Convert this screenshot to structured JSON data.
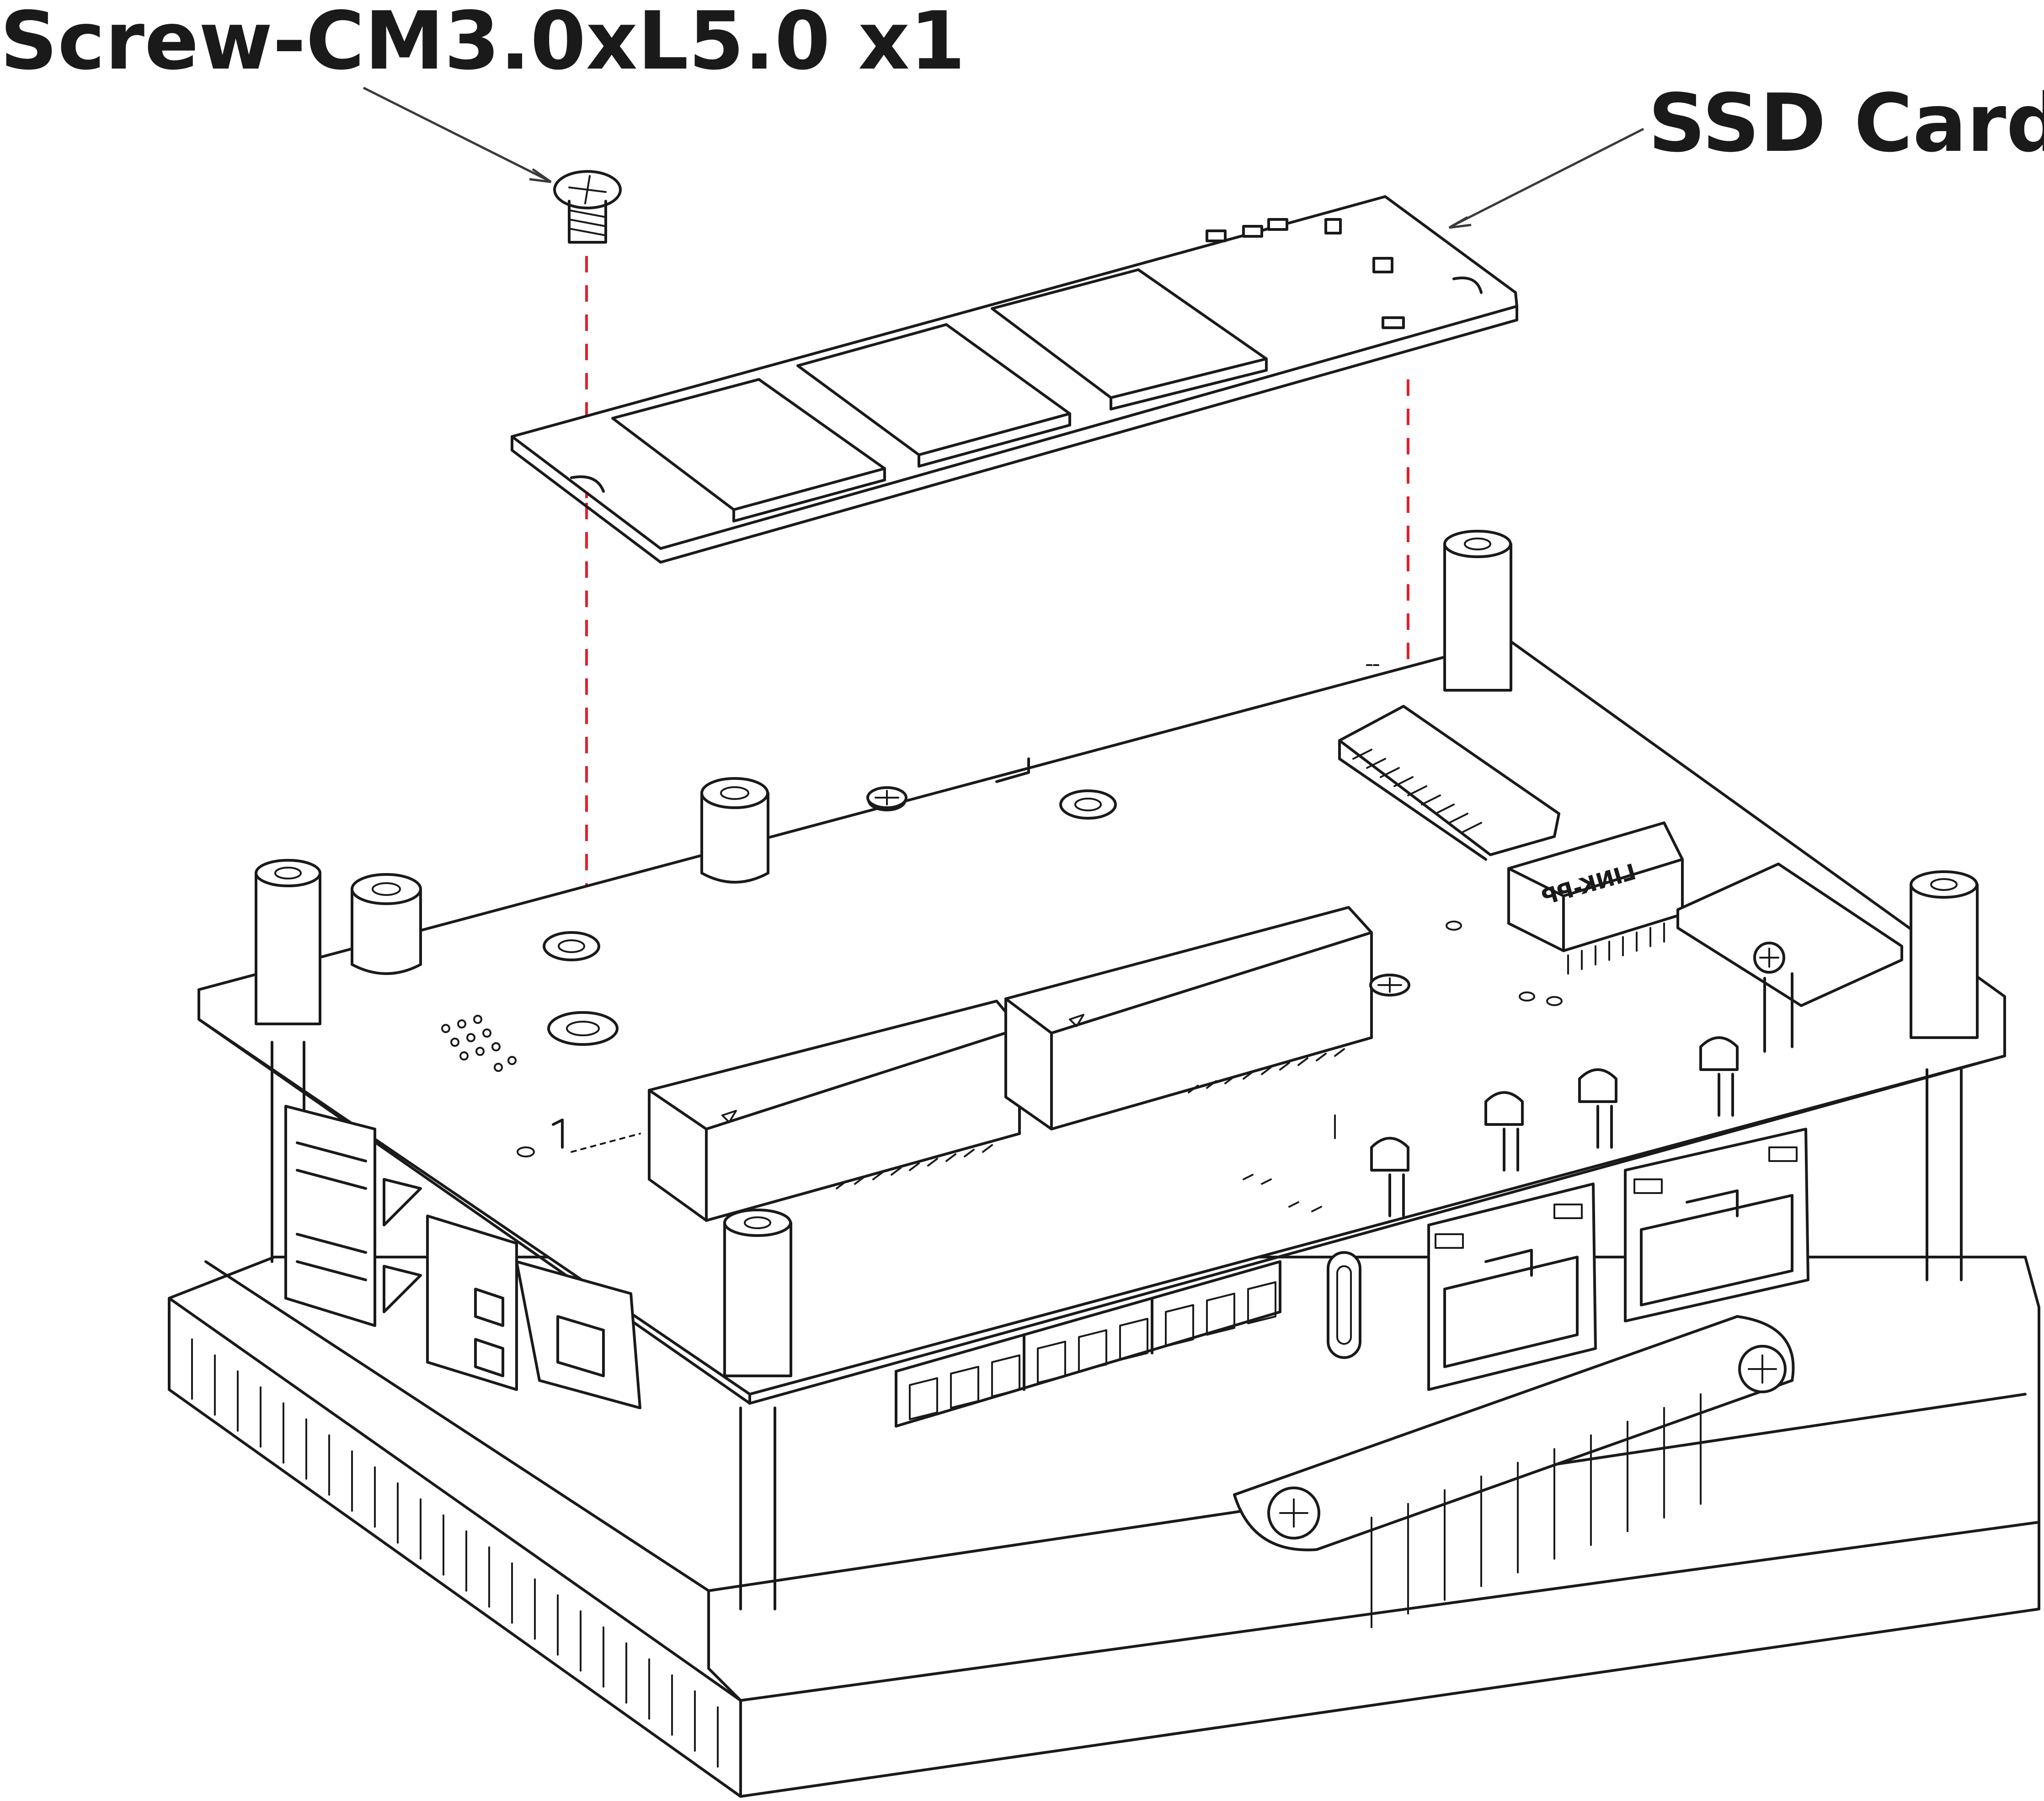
{
  "labels": {
    "screw": "Screw-CM3.0xL5.0 x1",
    "ssd": "SSD Card",
    "chip_marking": "LINK-PP"
  },
  "colors": {
    "line": "#1a1a1a",
    "guide_dash": "#e0202a",
    "background": "#ffffff"
  }
}
